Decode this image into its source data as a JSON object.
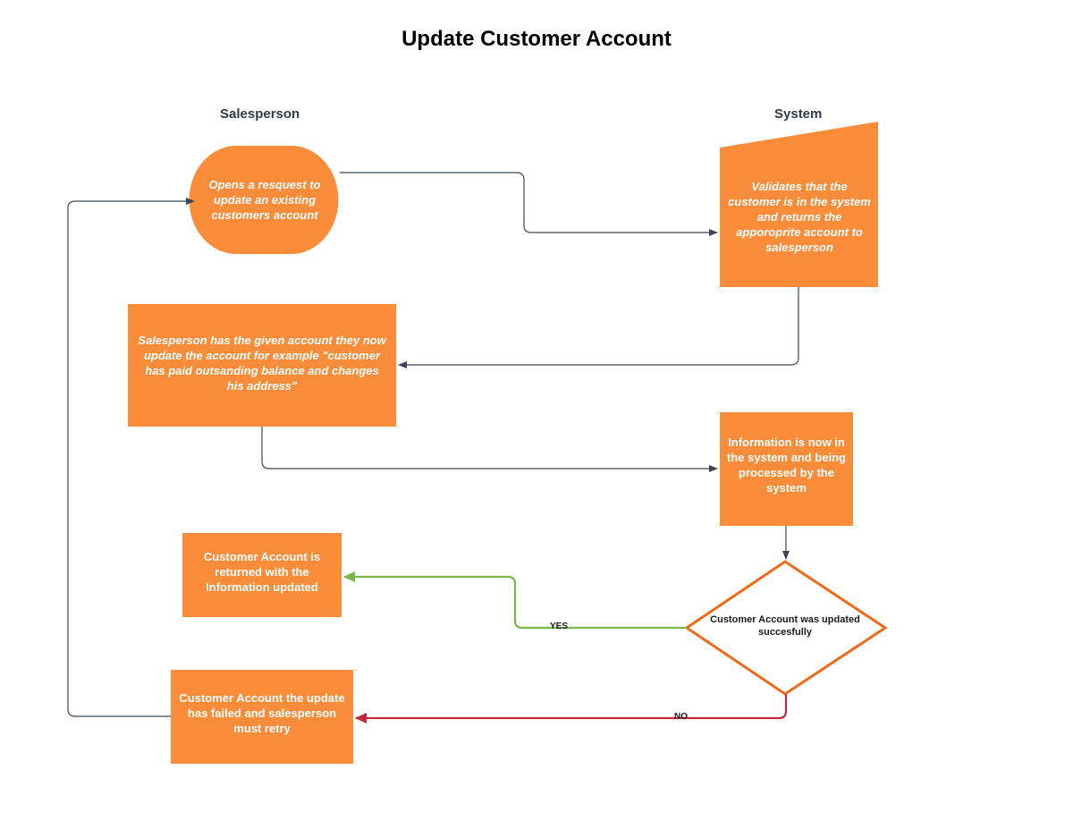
{
  "title": "Update Customer Account",
  "lanes": {
    "left": "Salesperson",
    "right": "System"
  },
  "nodes": {
    "open_request": "Opens a resquest to update an existing customers account",
    "validate": "Validates that  the customer is in the system  and returns the apporoprite account to salesperson",
    "update_account": "Salesperson has the given account they now update the account for example \"customer has  paid outsanding balance and changes his address\"",
    "processing": "Information is now in the system and being processed by the system",
    "decision": "Customer Account was updated succesfully",
    "success": "Customer Account is returned with the Information updated",
    "failure": "Customer Account the update has failed and salesperson must retry"
  },
  "edge_labels": {
    "yes": "YES",
    "no": "NO"
  },
  "colors": {
    "node_fill": "#fb8c3a",
    "decision_stroke": "#f06a19",
    "connector": "#3d4552",
    "yes_line": "#7ab648",
    "no_line": "#c5283d"
  }
}
